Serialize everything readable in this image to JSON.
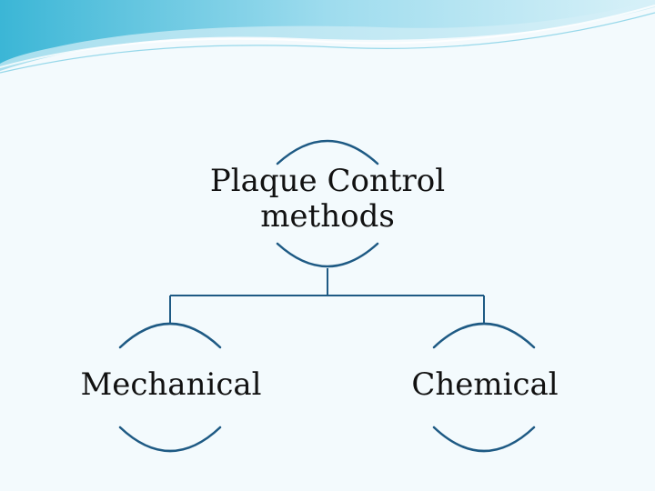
{
  "colors": {
    "background": "#f3fafd",
    "banner_light": "#d8f1f8",
    "banner_mid": "#8fd6ea",
    "banner_dark": "#3bb6d6",
    "arc": "#1e5a84",
    "connector": "#1e5a84",
    "text": "#111111"
  },
  "root": {
    "line1": "Plaque Control",
    "line2": "methods"
  },
  "children": [
    {
      "label": "Mechanical"
    },
    {
      "label": "Chemical"
    }
  ]
}
